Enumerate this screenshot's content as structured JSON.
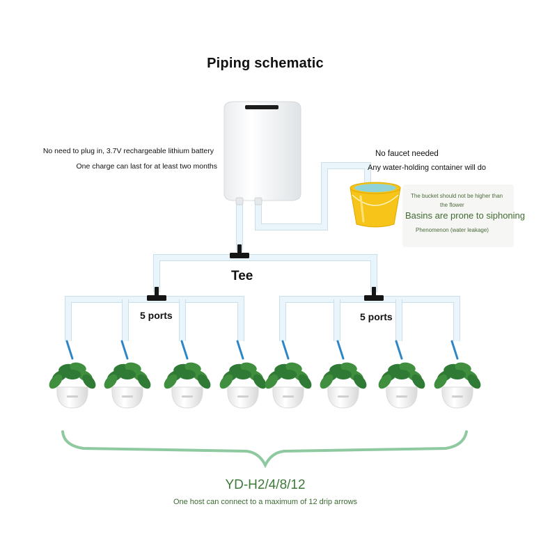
{
  "diagram": {
    "title": "Piping schematic",
    "battery_note": {
      "line1": "No need to plug in, 3.7V rechargeable lithium battery",
      "line2": "One charge can last for at least two months"
    },
    "water_note": {
      "line1": "No faucet needed",
      "line2": "Any water-holding container will do"
    },
    "bucket_warning": {
      "line1": "The bucket should not be higher than",
      "line2": "the flower",
      "line3": "Basins are prone to siphoning",
      "line4": "Phenomenon (water leakage)"
    },
    "tee_label": "Tee",
    "left_ports_label": "5 ports",
    "right_ports_label": "5 ports",
    "model": "YD-H2/4/8/12",
    "capacity_note": "One host can connect to a maximum of 12 drip arrows",
    "plant_count": 8,
    "colors": {
      "pipe": "#eaf5fb",
      "pipe_edge": "#c9dfe9",
      "connector": "#151515",
      "drip_arrow": "#2f86c6",
      "bucket": "#f7c51a",
      "water": "#8fd3d8",
      "leaf": "#2f7a34",
      "brace": "#8fc9a0",
      "pot": "#f7f7f7"
    }
  }
}
